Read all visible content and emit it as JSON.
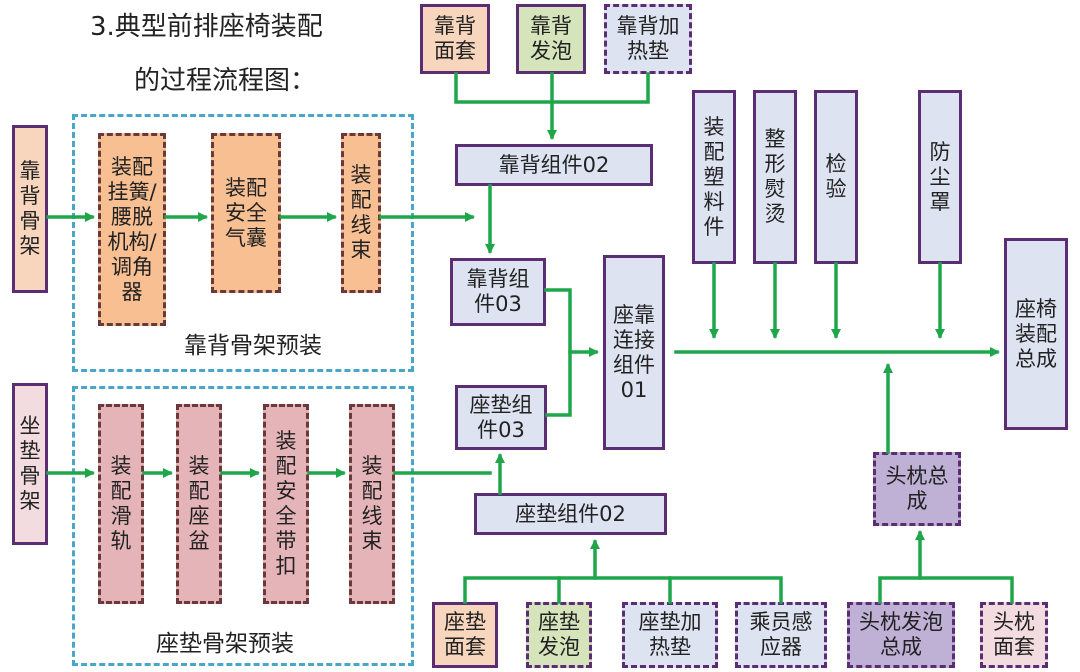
{
  "title": {
    "line1": "3.典型前排座椅装配",
    "line2": "的过程流程图："
  },
  "groups": {
    "back_frame_preassembly": "靠背骨架预装",
    "cushion_frame_preassembly": "座垫骨架预装"
  },
  "boxes": {
    "back_frame": "靠\n背\n骨\n架",
    "cushion_frame": "坐\n垫\n骨\n架",
    "assemble_spring": "装配\n挂簧/\n腰脱\n机构/\n调角\n器",
    "assemble_airbag": "装配\n安全\n气囊",
    "assemble_harness_back": "装\n配\n线\n束",
    "assemble_rail": "装\n配\n滑\n轨",
    "assemble_pan": "装\n配\n座\n盆",
    "assemble_belt_buckle": "装\n配\n安\n全\n带\n扣",
    "assemble_harness_cushion": "装\n配\n线\n束",
    "back_cover": "靠背\n面套",
    "back_foam": "靠背\n发泡",
    "back_heater": "靠背加\n热垫",
    "back_assy_02": "靠背组件02",
    "back_assy_03": "靠背组\n件03",
    "cushion_assy_03": "座垫组\n件03",
    "cushion_assy_02": "座垫组件02",
    "seat_back_connect": "座靠\n连接\n组件\n01",
    "plastic_parts": "装\n配\n塑\n料\n件",
    "ironing": "整\n形\n熨\n烫",
    "inspection": "检\n验",
    "dust_cover": "防\n尘\n罩",
    "final_assembly": "座椅\n装配\n总成",
    "headrest_assy": "头枕总\n成",
    "cushion_cover": "座垫\n面套",
    "cushion_foam": "座垫\n发泡",
    "cushion_heater": "座垫加\n热垫",
    "occupant_sensor": "乘员感\n应器",
    "headrest_foam": "头枕发泡\n总成",
    "headrest_cover": "头枕\n面套"
  },
  "colors": {
    "arrow": "#1fa64a",
    "border": "#5b2d73",
    "group_border": "#4aa6c8"
  }
}
